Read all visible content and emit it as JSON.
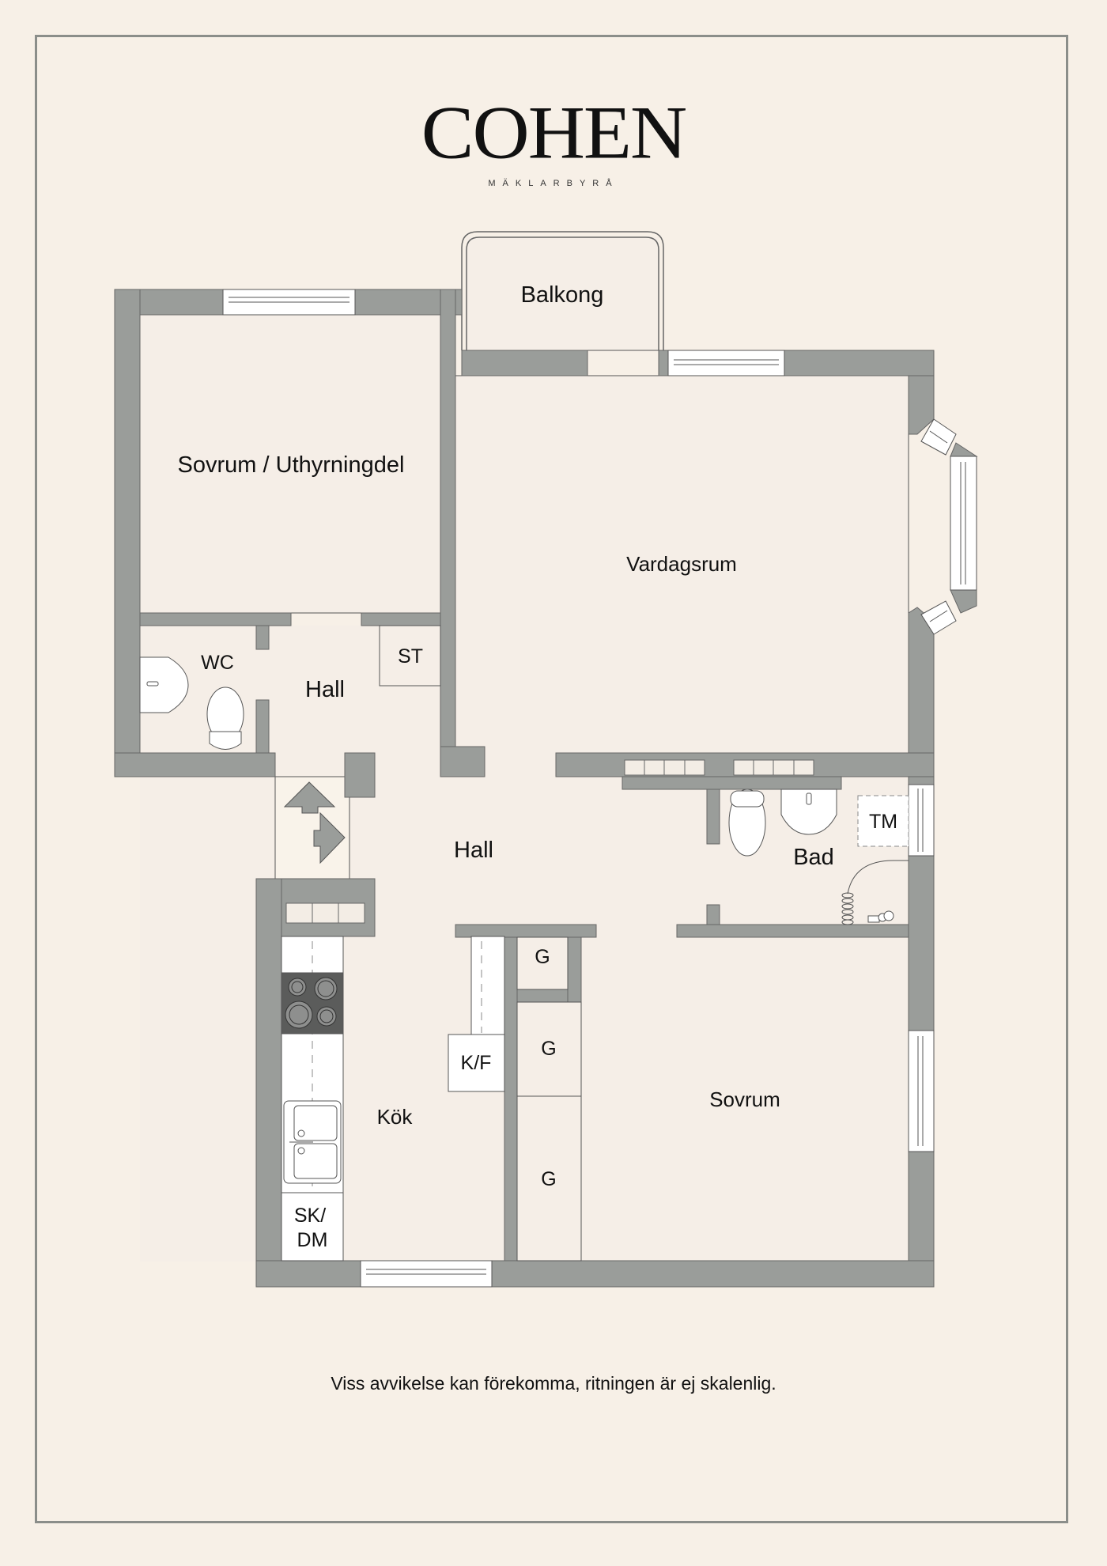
{
  "brand": {
    "name": "COHEN",
    "tagline": "MÄKLARBYRÅ"
  },
  "rooms": {
    "balkong": "Balkong",
    "sovrum_uthyrning": "Sovrum / Uthyrningdel",
    "vardagsrum": "Vardagsrum",
    "wc": "WC",
    "hall_upper": "Hall",
    "st": "ST",
    "hall_main": "Hall",
    "tm": "TM",
    "bad": "Bad",
    "kok": "Kök",
    "kf": "K/F",
    "g1": "G",
    "g2": "G",
    "g3": "G",
    "sovrum": "Sovrum",
    "skdm_line1": "SK/",
    "skdm_line2": "DM"
  },
  "disclaimer": "Viss avvikelse kan förekomma, ritningen är ej skalenlig.",
  "colors": {
    "background": "#f7f0e7",
    "floor": "#f5eee7",
    "wall": "#9a9d9a",
    "frame": "#8b8e8a",
    "stove": "#5b5c5b"
  }
}
